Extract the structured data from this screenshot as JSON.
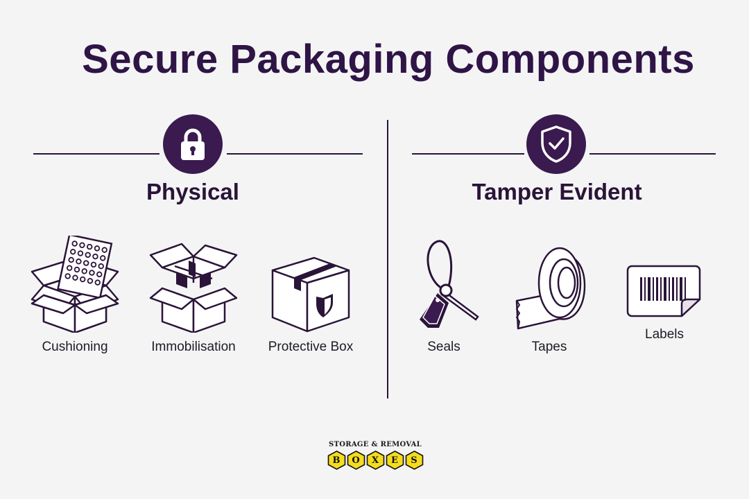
{
  "title": "Secure Packaging Components",
  "sections": [
    {
      "title": "Physical",
      "badge_icon": "padlock-icon",
      "items": [
        {
          "label": "Cushioning",
          "icon": "box-with-bubble-wrap-icon"
        },
        {
          "label": "Immobilisation",
          "icon": "box-with-dividers-icon"
        },
        {
          "label": "Protective Box",
          "icon": "shield-box-icon"
        }
      ]
    },
    {
      "title": "Tamper Evident",
      "badge_icon": "shield-check-icon",
      "items": [
        {
          "label": "Seals",
          "icon": "security-seal-tag-icon"
        },
        {
          "label": "Tapes",
          "icon": "tape-roll-icon"
        },
        {
          "label": "Labels",
          "icon": "barcode-label-icon"
        }
      ]
    }
  ],
  "logo": {
    "top_text": "STORAGE & REMOVAL",
    "letters": [
      "B",
      "O",
      "X",
      "E",
      "S"
    ],
    "hex_color": "#f5dc1e"
  },
  "colors": {
    "primary": "#3a1a4f",
    "background": "#f4f4f5"
  }
}
